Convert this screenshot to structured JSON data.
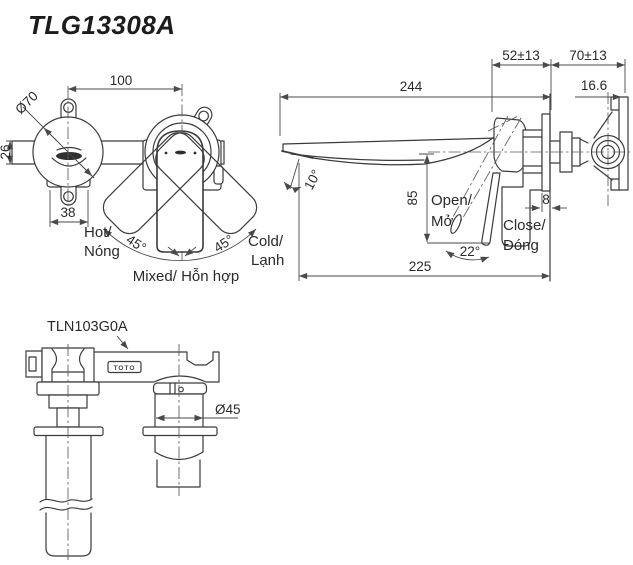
{
  "sheet": {
    "title": "TLG13308A"
  },
  "front_view": {
    "dims": {
      "center_spacing": "100",
      "escutcheon_diameter": "Ø70",
      "bar_height": "26",
      "bracket_width": "38",
      "swing_left": "45°",
      "swing_right": "45°"
    },
    "labels": {
      "hot_en": "Hot/",
      "hot_vi": "Nóng",
      "cold_en": "Cold/",
      "cold_vi": "Lạnh",
      "mixed": "Mixed/ Hỗn hợp"
    }
  },
  "side_view": {
    "dims": {
      "spout_reach": "244",
      "wall_depth_inner": "52±13",
      "wall_depth_outer": "70±13",
      "valve_offset": "16.6",
      "handle_drop": "85",
      "flange_thickness": "8",
      "total_reach": "225",
      "spout_angle": "10°",
      "lever_swing": "22°"
    },
    "labels": {
      "open_en": "Open/",
      "open_vi": "Mở",
      "close_en": "Close/",
      "close_vi": "Đóng"
    }
  },
  "bottom_view": {
    "part_number": "TLN103G0A",
    "dims": {
      "valve_diameter": "Ø45"
    },
    "logo": "TOTO"
  },
  "colors": {
    "line": "#3b3b3b",
    "dim_line": "#4a4a4a",
    "text": "#2a2a2a",
    "background": "#ffffff"
  }
}
